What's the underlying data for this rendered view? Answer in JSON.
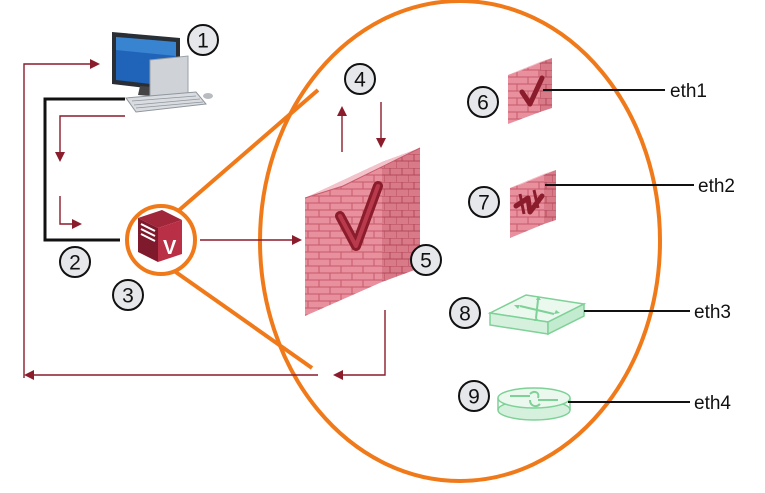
{
  "colors": {
    "accent_orange": "#f07a1a",
    "flow_arrow": "#8b1c2c",
    "wall_brick": "#c94a5c",
    "wall_brick_light": "#f1b8c2",
    "device_green": "#7ed197",
    "link_black": "#111111"
  },
  "steps": [
    {
      "number": "1",
      "meaning": "computer"
    },
    {
      "number": "2",
      "meaning": "connection"
    },
    {
      "number": "3",
      "meaning": "appliance"
    },
    {
      "number": "4",
      "meaning": "traffic in/out"
    },
    {
      "number": "5",
      "meaning": "virtual firewall"
    },
    {
      "number": "6",
      "meaning": "firewall"
    },
    {
      "number": "7",
      "meaning": "firewall"
    },
    {
      "number": "8",
      "meaning": "switch"
    },
    {
      "number": "9",
      "meaning": "router"
    }
  ],
  "interfaces": {
    "eth1": "eth1",
    "eth2": "eth2",
    "eth3": "eth3",
    "eth4": "eth4"
  },
  "icons": {
    "computer": "computer-icon",
    "appliance": "virtual-appliance-icon",
    "main_firewall": "virtual-firewall-icon",
    "firewall_a": "firewall-icon",
    "firewall_b": "firewall-icon",
    "switch": "switch-icon",
    "router": "router-icon"
  }
}
